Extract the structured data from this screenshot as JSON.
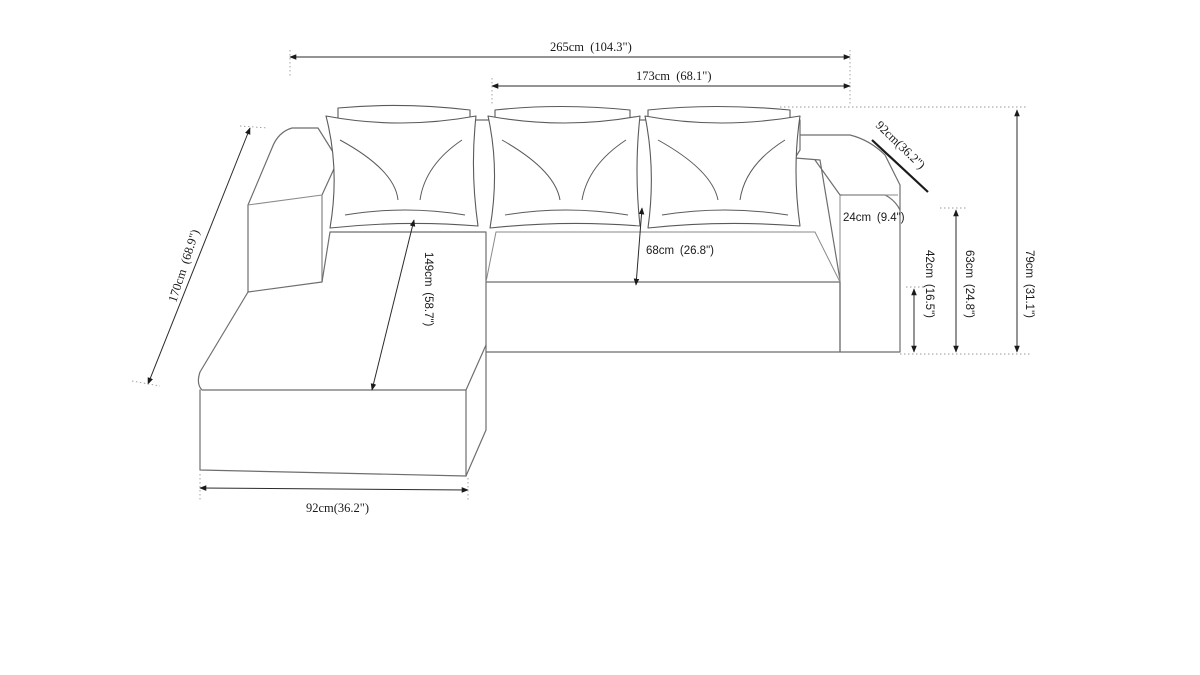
{
  "dimensions": {
    "overall_width": "265cm (104.3\")",
    "seat_width": "173cm (68.1\")",
    "back_depth": "92cm(36.2\")",
    "armrest_width": "24cm (9.4\")",
    "seat_depth": "68cm (26.8\")",
    "chaise_length": "149cm (58.7\")",
    "side_length": "170cm (68.9\")",
    "chaise_width": "92cm(36.2\")",
    "seat_height": "42cm (16.5\")",
    "arm_height": "63cm (24.8\")",
    "total_height": "79cm (31.1\")"
  }
}
